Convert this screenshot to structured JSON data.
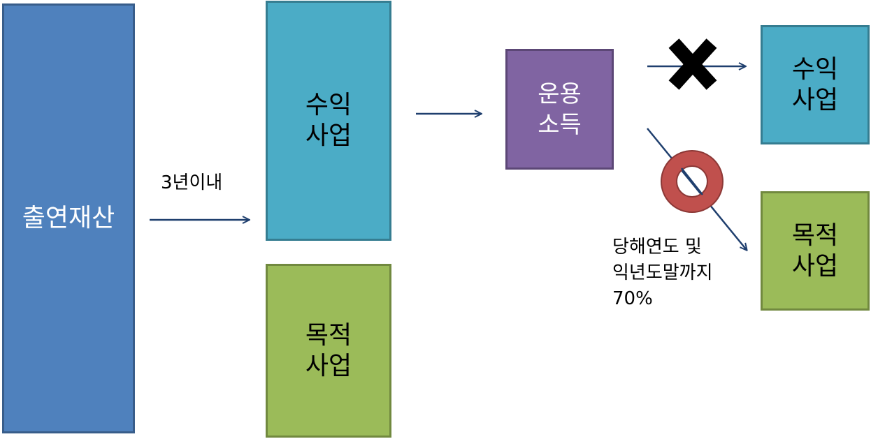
{
  "boxes": {
    "source": "출연재산",
    "profit_business_1": "수익\n사업",
    "purpose_business_1": "목적\n사업",
    "operating_income": "운용\n소득",
    "profit_business_2": "수익\n사업",
    "purpose_business_2": "목적\n사업"
  },
  "labels": {
    "within_3_years": "3년이내",
    "ratio_note": "당해연도 및\n익년도말까지\n70%"
  },
  "colors": {
    "source": "#4f81bd",
    "profit": "#4bacc6",
    "purpose": "#9bbb59",
    "income": "#8064a2",
    "arrow": "#1f3f6e",
    "allowed_mark": "#c0504d",
    "forbidden_mark": "#000000"
  },
  "icons": {
    "forbidden": "x-mark-icon",
    "allowed": "circle-mark-icon"
  }
}
